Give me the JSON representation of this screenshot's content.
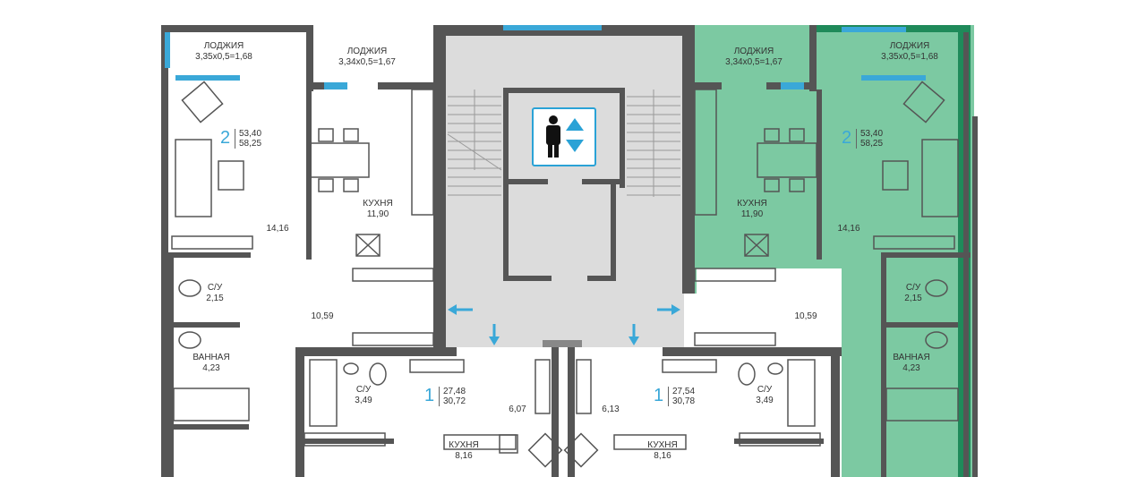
{
  "colors": {
    "wall": "#555555",
    "stair_fill": "#dcdcdc",
    "highlight": "#7cc9a2",
    "highlight_dark": "#1f8a5a",
    "window": "#3aa8d8",
    "arrow": "#3aa8d8"
  },
  "loggias": {
    "a": {
      "title": "ЛОДЖИЯ",
      "dims": "3,35х0,5=1,68"
    },
    "b": {
      "title": "ЛОДЖИЯ",
      "dims": "3,34х0,5=1,67"
    },
    "c": {
      "title": "ЛОДЖИЯ",
      "dims": "3,34х0,5=1,67"
    },
    "d": {
      "title": "ЛОДЖИЯ",
      "dims": "3,35х0,5=1,68"
    }
  },
  "apartments": {
    "left_2room": {
      "rooms": "2",
      "area_living": "53,40",
      "area_total": "58,25"
    },
    "right_2room": {
      "rooms": "2",
      "area_living": "53,40",
      "area_total": "58,25"
    },
    "left_1room": {
      "rooms": "1",
      "area_living": "27,48",
      "area_total": "30,72"
    },
    "right_1room": {
      "rooms": "1",
      "area_living": "27,54",
      "area_total": "30,78"
    }
  },
  "rooms": {
    "left_living": "14,16",
    "right_living": "14,16",
    "left_kitchen": {
      "title": "КУХНЯ",
      "area": "11,90"
    },
    "right_kitchen": {
      "title": "КУХНЯ",
      "area": "11,90"
    },
    "left_hall": "10,59",
    "right_hall": "10,59",
    "left_wc": {
      "title": "С/У",
      "area": "2,15"
    },
    "right_wc": {
      "title": "С/У",
      "area": "2,15"
    },
    "left_bath": {
      "title": "ВАННАЯ",
      "area": "4,23"
    },
    "right_bath": {
      "title": "ВАННАЯ",
      "area": "4,23"
    },
    "small_left_wc": {
      "title": "С/У",
      "area": "3,49"
    },
    "small_right_wc": {
      "title": "С/У",
      "area": "3,49"
    },
    "small_left_room": "6,07",
    "small_right_room": "6,13",
    "small_left_kitchen": {
      "title": "КУХНЯ",
      "area": "8,16"
    },
    "small_right_kitchen": {
      "title": "КУХНЯ",
      "area": "8,16"
    }
  }
}
